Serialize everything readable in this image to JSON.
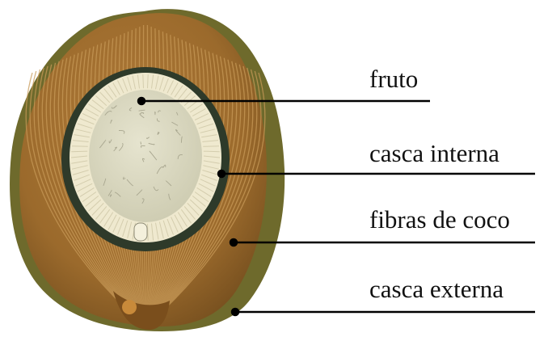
{
  "labels": {
    "fruit": "fruto",
    "inner_shell": "casca interna",
    "fibers": "fibras de coco",
    "outer_shell": "casca externa"
  },
  "colors": {
    "outer_shell": "#6e6a2c",
    "fiber_husk": "#9b6a2c",
    "fiber_strand": "#c89a58",
    "inner_shell": "#2e3a2a",
    "pulp_ring": "#efe9cf",
    "kernel": "#d8d6bf",
    "leader_line": "#000000"
  }
}
